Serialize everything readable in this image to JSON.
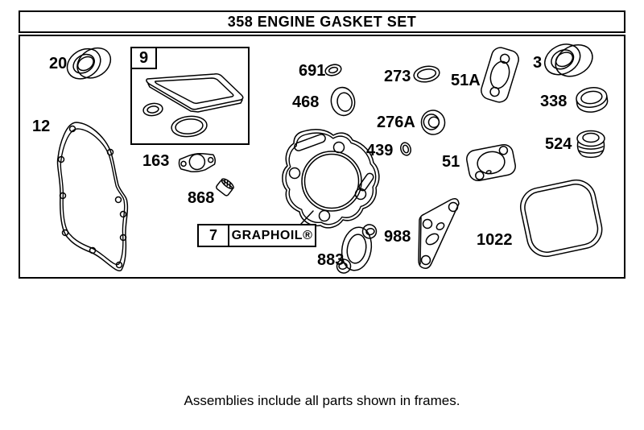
{
  "title": "358 ENGINE GASKET SET",
  "caption": "Assemblies include all parts shown in frames.",
  "frames": {
    "frame9": {
      "label": "9"
    },
    "frame7": {
      "label": "7",
      "text": "GRAPHOIL®"
    }
  },
  "part_labels": {
    "p20": "20",
    "p12": "12",
    "p163": "163",
    "p868": "868",
    "p691": "691",
    "p468": "468",
    "p273": "273",
    "p276a": "276A",
    "p439": "439",
    "p51a": "51A",
    "p51": "51",
    "p3": "3",
    "p338": "338",
    "p524": "524",
    "p883": "883",
    "p988": "988",
    "p1022": "1022"
  },
  "colors": {
    "line": "#000000",
    "background": "#ffffff"
  }
}
